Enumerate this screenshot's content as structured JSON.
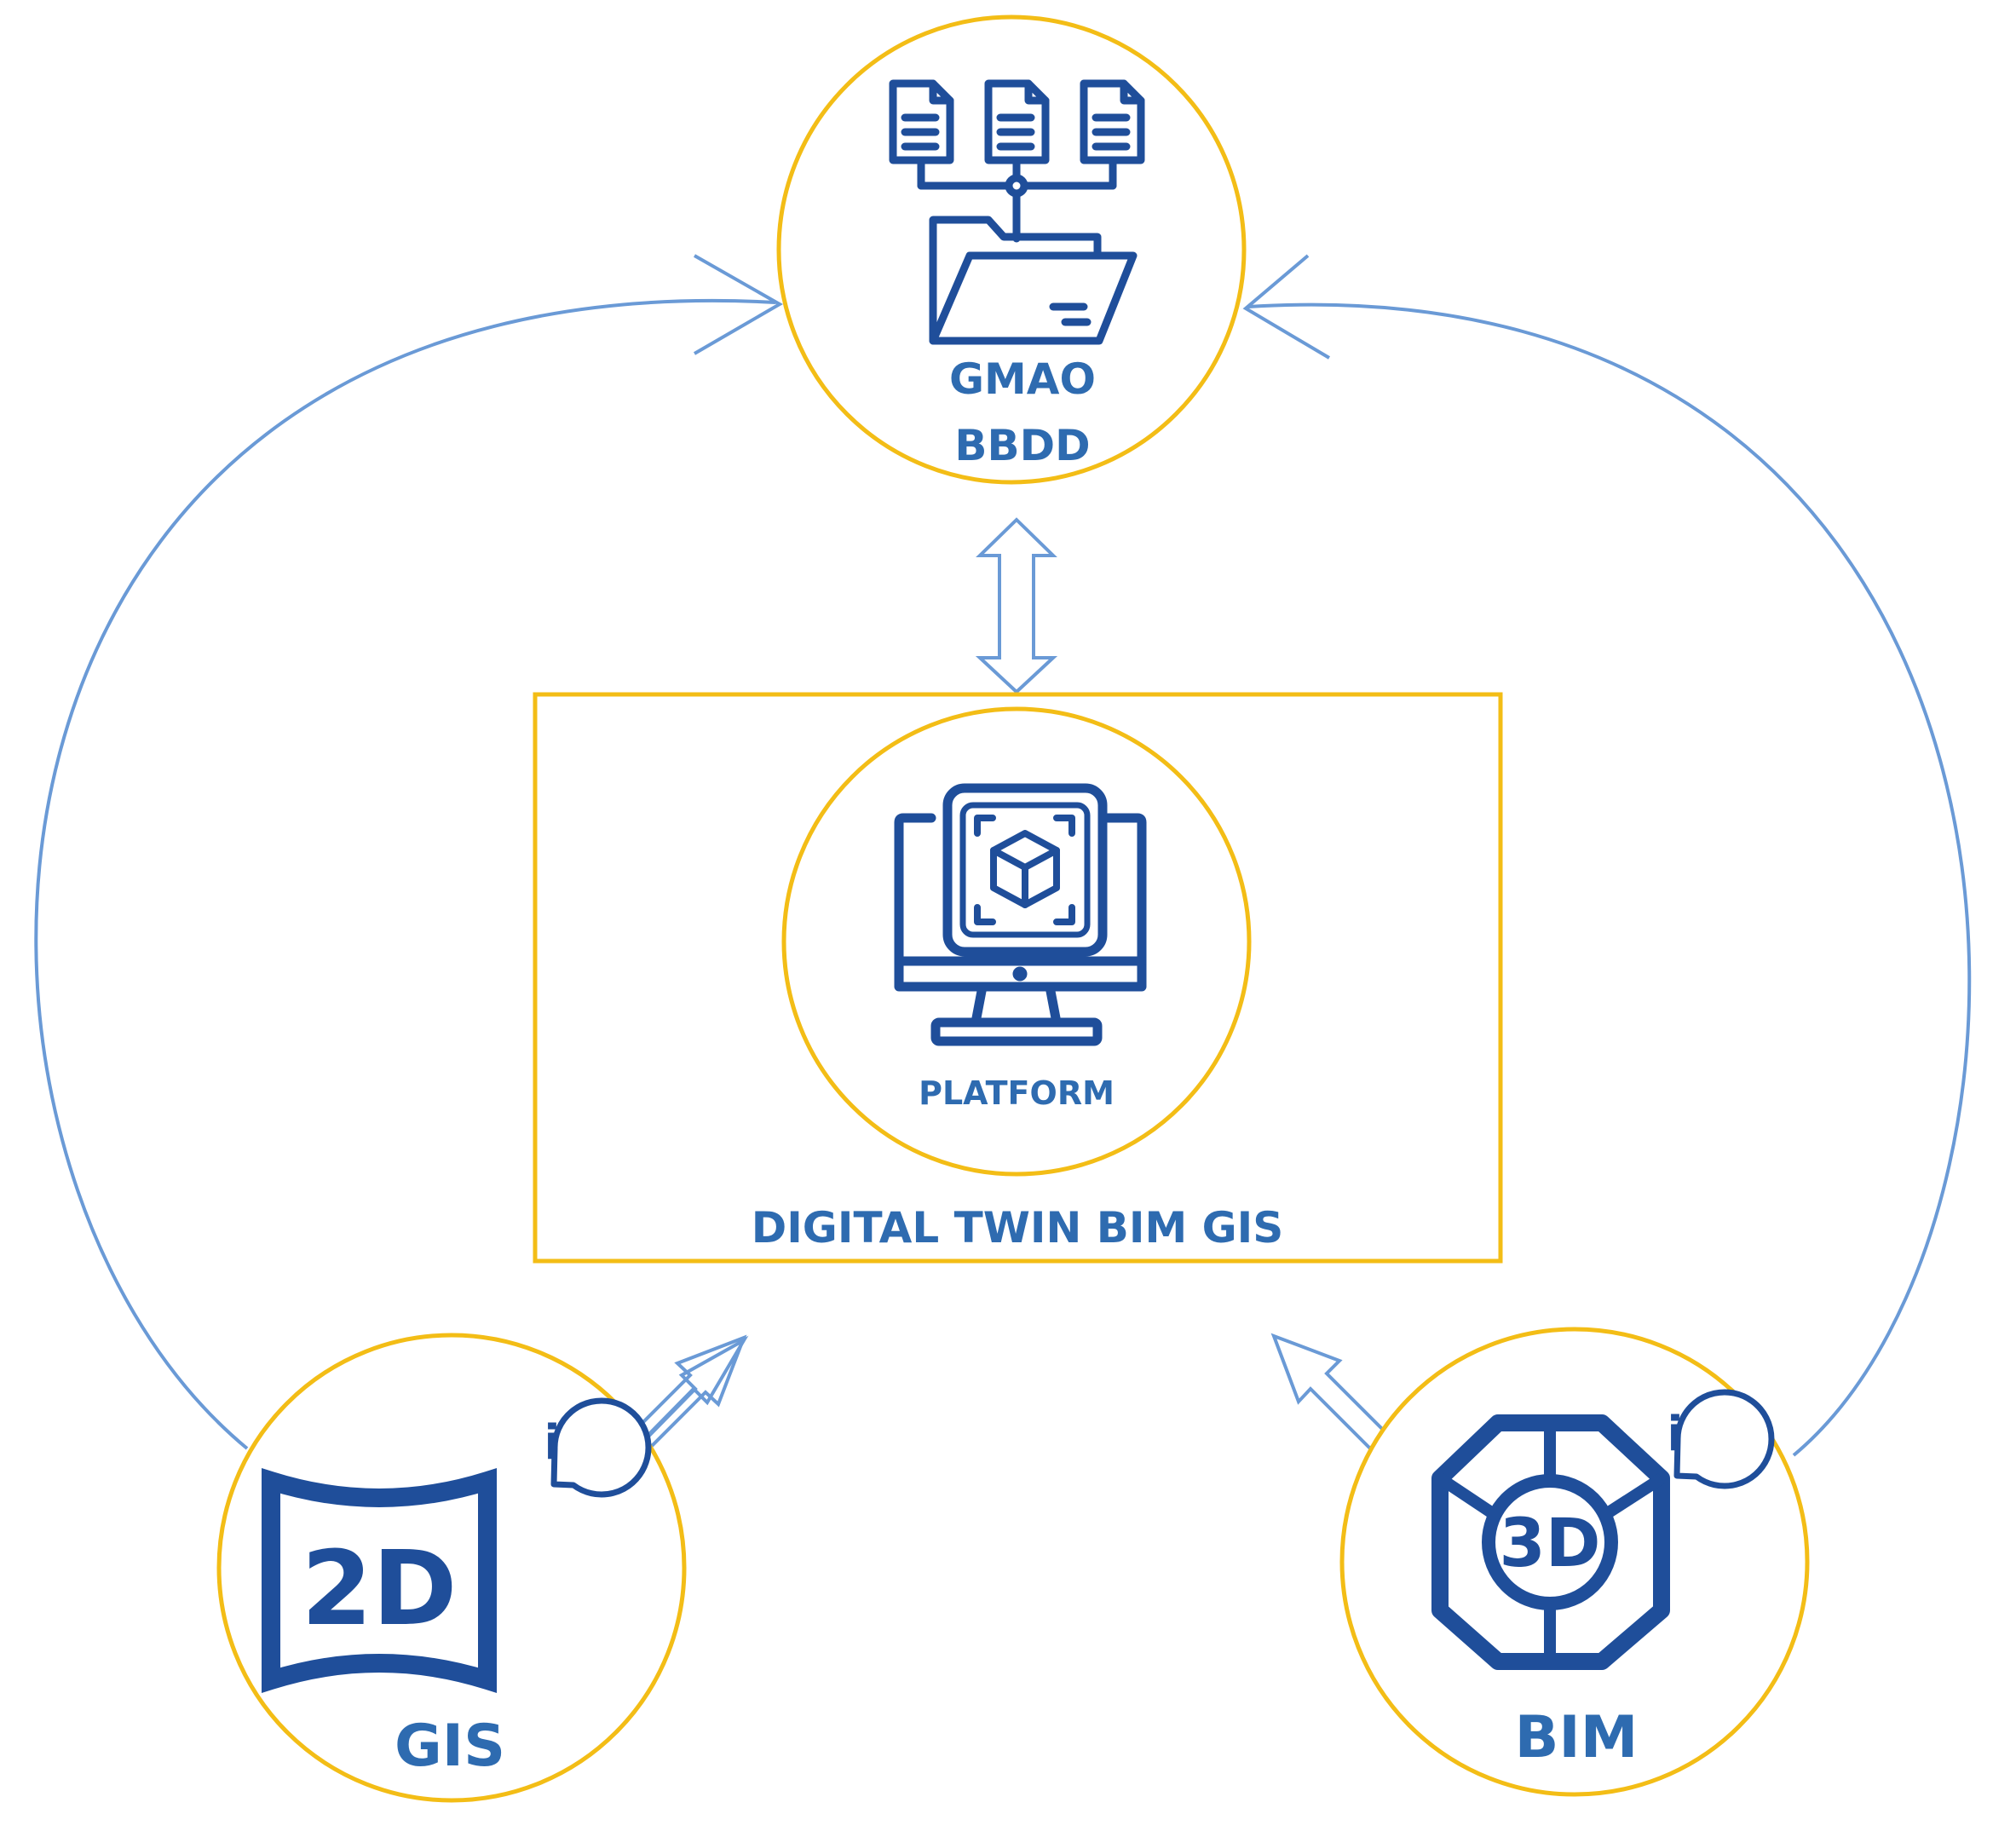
{
  "colors": {
    "ring": "#F3BD16",
    "icon": "#1F4E9A",
    "text": "#2E6BB0",
    "connector": "#6A9AD6"
  },
  "nodes": {
    "gmao": {
      "line1": "GMAO",
      "line2": "BBDD",
      "icon": "folder-network-icon"
    },
    "platform": {
      "label": "PLATFORM",
      "icon": "monitor-cube-icon"
    },
    "digital_twin": {
      "label": "DIGITAL TWIN BIM GIS"
    },
    "gis": {
      "label": "GIS",
      "badge_text": "2D",
      "info_text": "i",
      "icon": "2d-map-icon"
    },
    "bim": {
      "label": "BIM",
      "badge_text": "3D",
      "info_text": "i",
      "icon": "3d-cube-icon"
    }
  }
}
